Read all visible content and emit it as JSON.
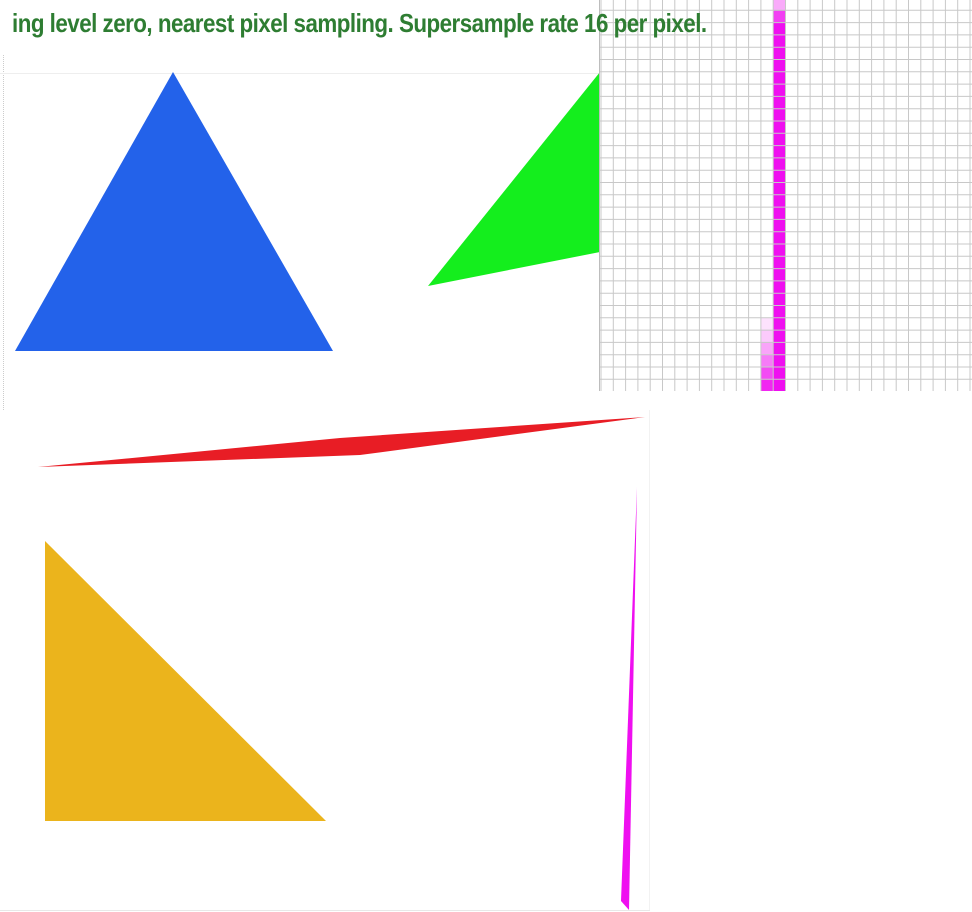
{
  "status": {
    "text": "ing level zero, nearest pixel sampling. Supersample rate 16 per pixel.",
    "color": "#2e7d32"
  },
  "colors": {
    "blue": "#2362ea",
    "green": "#14ee1d",
    "red": "#e81d25",
    "yellow": "#ebb41c",
    "magenta": "#ef0ff0",
    "grid_line": "#c8c8c8",
    "grid_bg": "#ffffff"
  },
  "zoom": {
    "magenta_column": [
      [
        0,
        0,
        0.35
      ],
      [
        0,
        1,
        0.8
      ],
      [
        0,
        2,
        1
      ],
      [
        0,
        3,
        1
      ],
      [
        0,
        4,
        1
      ],
      [
        0,
        5,
        1
      ],
      [
        0,
        6,
        1
      ],
      [
        0,
        7,
        1
      ],
      [
        0,
        8,
        1
      ],
      [
        0,
        9,
        1
      ],
      [
        0,
        10,
        1
      ],
      [
        0,
        11,
        1
      ],
      [
        0,
        12,
        1
      ],
      [
        0,
        13,
        1
      ],
      [
        0,
        14,
        1
      ],
      [
        0,
        15,
        1
      ],
      [
        0,
        16,
        1
      ],
      [
        0,
        17,
        1
      ],
      [
        0,
        18,
        1
      ],
      [
        0,
        19,
        1
      ],
      [
        0,
        20,
        1
      ],
      [
        0,
        21,
        1
      ],
      [
        0,
        22,
        1
      ],
      [
        0,
        23,
        1
      ],
      [
        0,
        24,
        1
      ],
      [
        0,
        25,
        1
      ],
      [
        0,
        26,
        1
      ],
      [
        0,
        27,
        1
      ],
      [
        0,
        28,
        1
      ],
      [
        0,
        29,
        1
      ],
      [
        0,
        30,
        1
      ],
      [
        0,
        31,
        1
      ],
      [
        -1,
        26,
        0.12
      ],
      [
        -1,
        27,
        0.22
      ],
      [
        -1,
        28,
        0.38
      ],
      [
        -1,
        29,
        0.55
      ],
      [
        -1,
        30,
        0.75
      ],
      [
        -1,
        31,
        0.9
      ]
    ]
  }
}
